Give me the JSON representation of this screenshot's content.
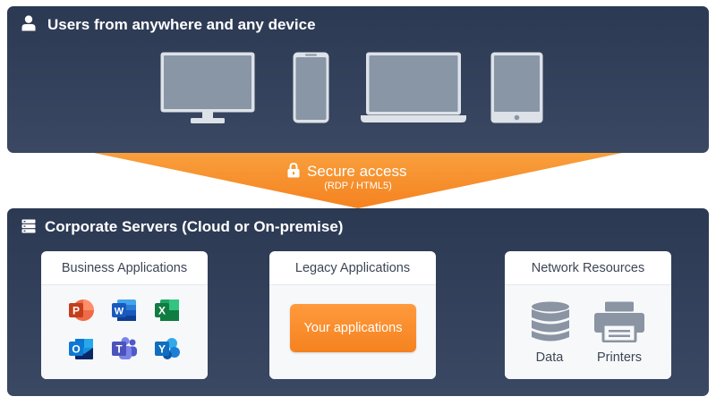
{
  "users_panel": {
    "title": "Users from anywhere and any device",
    "header_icon": "user-icon",
    "devices": [
      "monitor-icon",
      "smartphone-icon",
      "laptop-icon",
      "tablet-icon"
    ]
  },
  "access": {
    "title": "Secure access",
    "subtitle": "(RDP / HTML5)",
    "icon": "lock-icon"
  },
  "servers_panel": {
    "title": "Corporate Servers (Cloud or On-premise)",
    "header_icon": "server-icon",
    "cards": {
      "business": {
        "title": "Business Applications",
        "apps": [
          "powerpoint-icon",
          "word-icon",
          "excel-icon",
          "outlook-icon",
          "teams-icon",
          "yammer-icon"
        ]
      },
      "legacy": {
        "title": "Legacy Applications",
        "button_label": "Your applications"
      },
      "network": {
        "title": "Network Resources",
        "items": [
          {
            "label": "Data",
            "icon": "database-icon"
          },
          {
            "label": "Printers",
            "icon": "printer-icon"
          }
        ]
      }
    }
  },
  "colors": {
    "panel_bg": "#2f3c56",
    "accent_orange": "#f7931e",
    "device_fill": "#8896a6",
    "device_frame": "#dde2e8",
    "resource_icon": "#8a94a3",
    "card_bg": "#ffffff"
  }
}
